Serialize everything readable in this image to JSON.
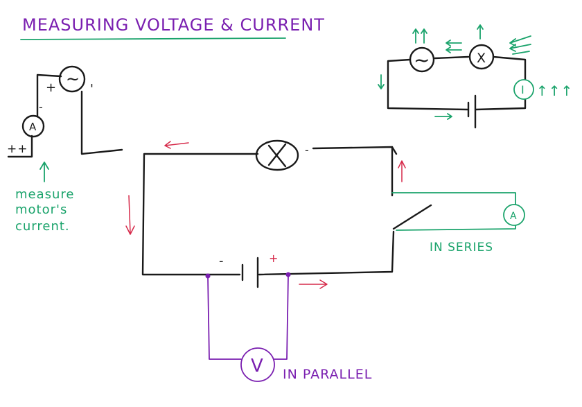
{
  "title": "MEASURING VOLTAGE & CURRENT",
  "colors": {
    "title": "#7a1fb0",
    "ink": "#1a1a1a",
    "green": "#1aa36b",
    "purple": "#7a1fb0",
    "red": "#d62a4a"
  },
  "motor_sketch": {
    "motor_symbol": "~",
    "ammeter_symbol": "A",
    "plus_top": "+",
    "minus": "-",
    "plus_plus": "++",
    "tick": "'",
    "note_lines": [
      "measure",
      "motor's",
      "current."
    ]
  },
  "main_circuit": {
    "lamp_symbol": "X",
    "lamp_terminal": "-",
    "battery_minus": "-",
    "battery_plus": "+",
    "ammeter_symbol": "A",
    "series_label": "IN SERIES",
    "voltmeter_symbol": "V",
    "parallel_label": "IN PARALLEL"
  },
  "top_right_circuit": {
    "source_symbol": "~",
    "lamp_symbol": "X",
    "meter_symbol": "I",
    "upward_arrows": "↑↑↑"
  }
}
